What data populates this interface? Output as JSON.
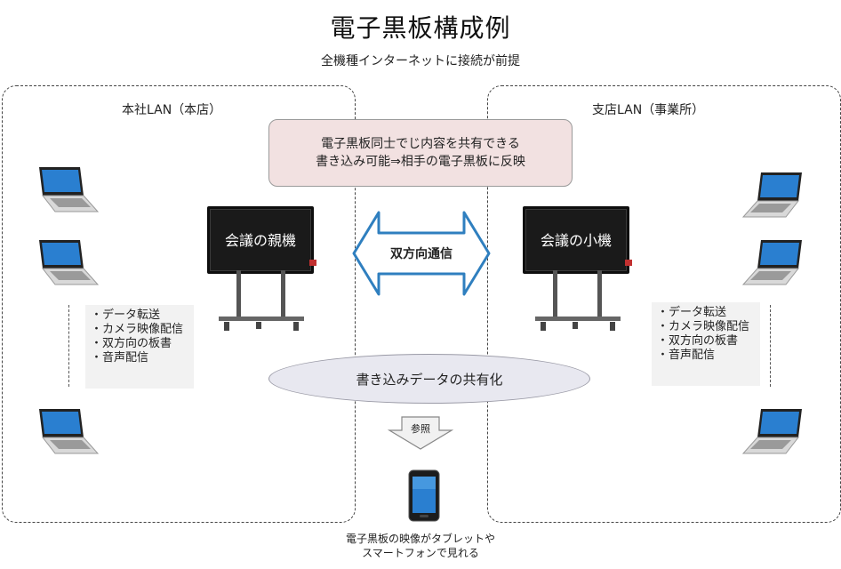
{
  "title": "電子黒板構成例",
  "subtitle": "全機種インターネットに接続が前提",
  "lan_left": {
    "label": "本社LAN（本店）"
  },
  "lan_right": {
    "label": "支店LAN（事業所）"
  },
  "info_box": {
    "line1": "電子黒板同士でじ内容を共有できる",
    "line2": "書き込み可能⇒相手の電子黒板に反映"
  },
  "arrow_label": "双方向通信",
  "display_left": {
    "label": "会議の親機"
  },
  "display_right": {
    "label": "会議の小機"
  },
  "features_left": [
    "・データ転送",
    "・カメラ映像配信",
    "・双方向の板書",
    "・音声配信"
  ],
  "features_right": [
    "・データ転送",
    "・カメラ映像配信",
    "・双方向の板書",
    "・音声配信"
  ],
  "shared_label": "書き込みデータの共有化",
  "reference_label": "参照",
  "caption": {
    "line1": "電子黒板の映像がタブレットや",
    "line2": "スマートフォンで見れる"
  },
  "icons": [
    "laptop-icon",
    "smartphone-icon",
    "display-stand-icon"
  ],
  "colors": {
    "info_box_bg": "#f2e1e1",
    "arrow_stroke": "#2f7fbf",
    "ellipse_bg": "#e8e8f0",
    "screen_blue": "#2a7fd0"
  }
}
